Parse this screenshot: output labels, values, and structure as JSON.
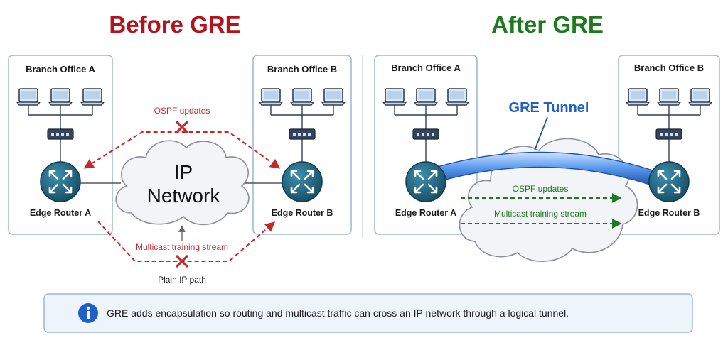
{
  "before": {
    "title": "Before GRE",
    "branch_a": "Branch Office A",
    "branch_b": "Branch Office B",
    "router_a": "Edge Router A",
    "router_b": "Edge Router B",
    "cloud_line1": "IP",
    "cloud_line2": "Network",
    "ospf": "OSPF updates",
    "multicast": "Multicast training stream",
    "plain_path": "Plain IP path"
  },
  "after": {
    "title": "After GRE",
    "branch_a": "Branch Office A",
    "branch_b": "Branch Office B",
    "router_a": "Edge Router A",
    "router_b": "Edge Router B",
    "tunnel": "GRE Tunnel",
    "ospf": "OSPF updates",
    "multicast": "Multicast training stream"
  },
  "info": {
    "icon": "info-icon",
    "text": "GRE adds encapsulation so routing and multicast traffic can cross an IP network through a logical tunnel."
  },
  "colors": {
    "before_title": "#b5121b",
    "after_title": "#1e7a1e",
    "blocked": "#c62828",
    "allowed": "#1f7a1f",
    "tunnel": "#2f6fd6",
    "panel_border": "#9bb7d6",
    "router": "#1f5f78"
  },
  "icons": [
    "laptop-icon",
    "switch-icon",
    "router-icon",
    "cloud-icon",
    "block-x-icon",
    "arrow-up-icon",
    "info-icon"
  ]
}
